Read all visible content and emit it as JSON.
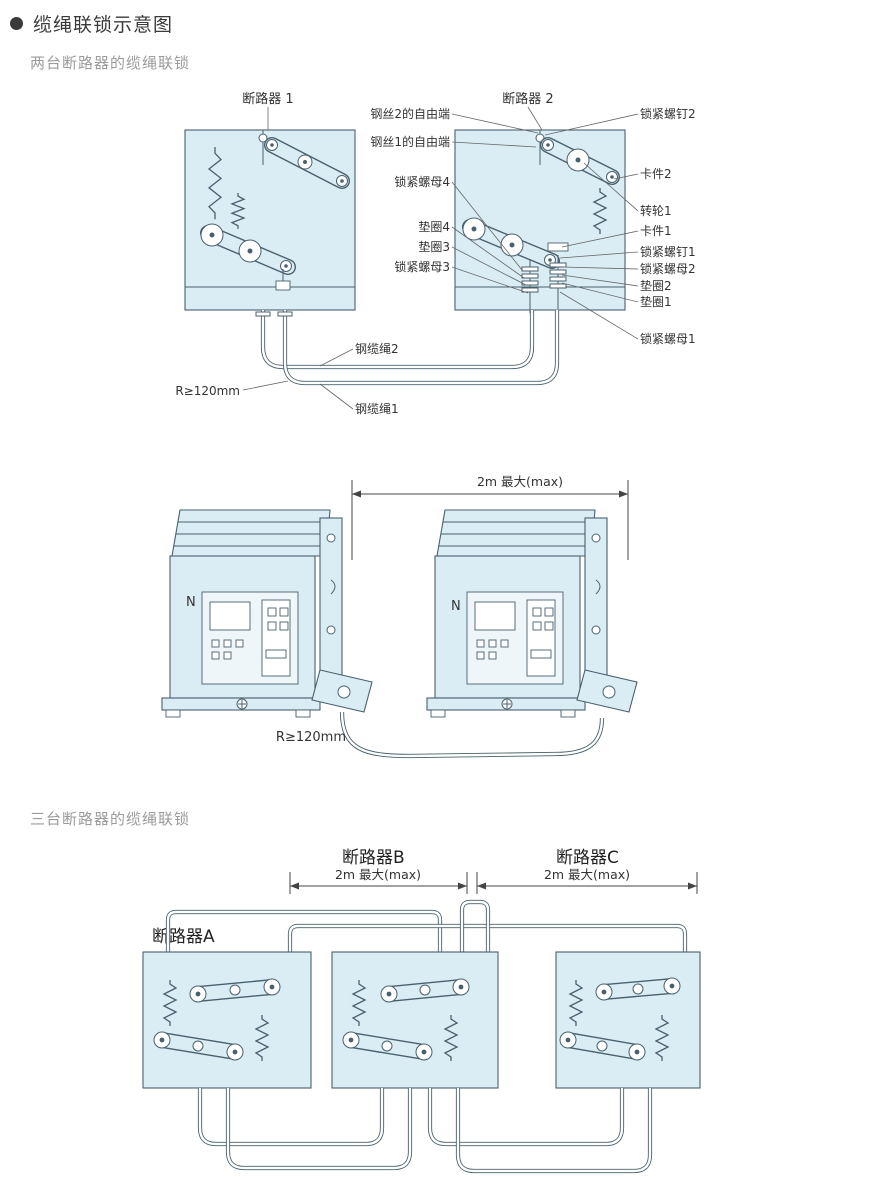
{
  "page": {
    "title": "缆绳联锁示意图"
  },
  "sections": {
    "two_breakers": {
      "subtitle": "两台断路器的缆绳联锁"
    },
    "three_breakers": {
      "subtitle": "三台断路器的缆绳联锁"
    }
  },
  "diagram1": {
    "breaker1": "断路器 1",
    "breaker2": "断路器 2",
    "mid_labels": [
      "钢丝2的自由端",
      "钢丝1的自由端",
      "锁紧螺母4",
      "垫圈4",
      "垫圈3",
      "锁紧螺母3"
    ],
    "right_labels": [
      "锁紧螺钉2",
      "卡件2",
      "转轮1",
      "卡件1",
      "锁紧螺钉1",
      "锁紧螺母2",
      "垫圈2",
      "垫圈1",
      "锁紧螺母1"
    ],
    "cable2": "钢缆绳2",
    "radius": "R≥120mm",
    "cable1": "钢缆绳1"
  },
  "diagram2": {
    "dimension": "2m 最大(max)",
    "n_left": "N",
    "n_right": "N",
    "radius": "R≥120mm"
  },
  "diagram3": {
    "breaker_a": "断路器A",
    "breaker_b": "断路器B",
    "breaker_c": "断路器C",
    "dimension_b": "2m 最大(max)",
    "dimension_c": "2m 最大(max)"
  },
  "colors": {
    "panel_fill": "#daedf5",
    "line": "#49606e",
    "text": "#333333",
    "subtitle": "#9b9b9b"
  }
}
